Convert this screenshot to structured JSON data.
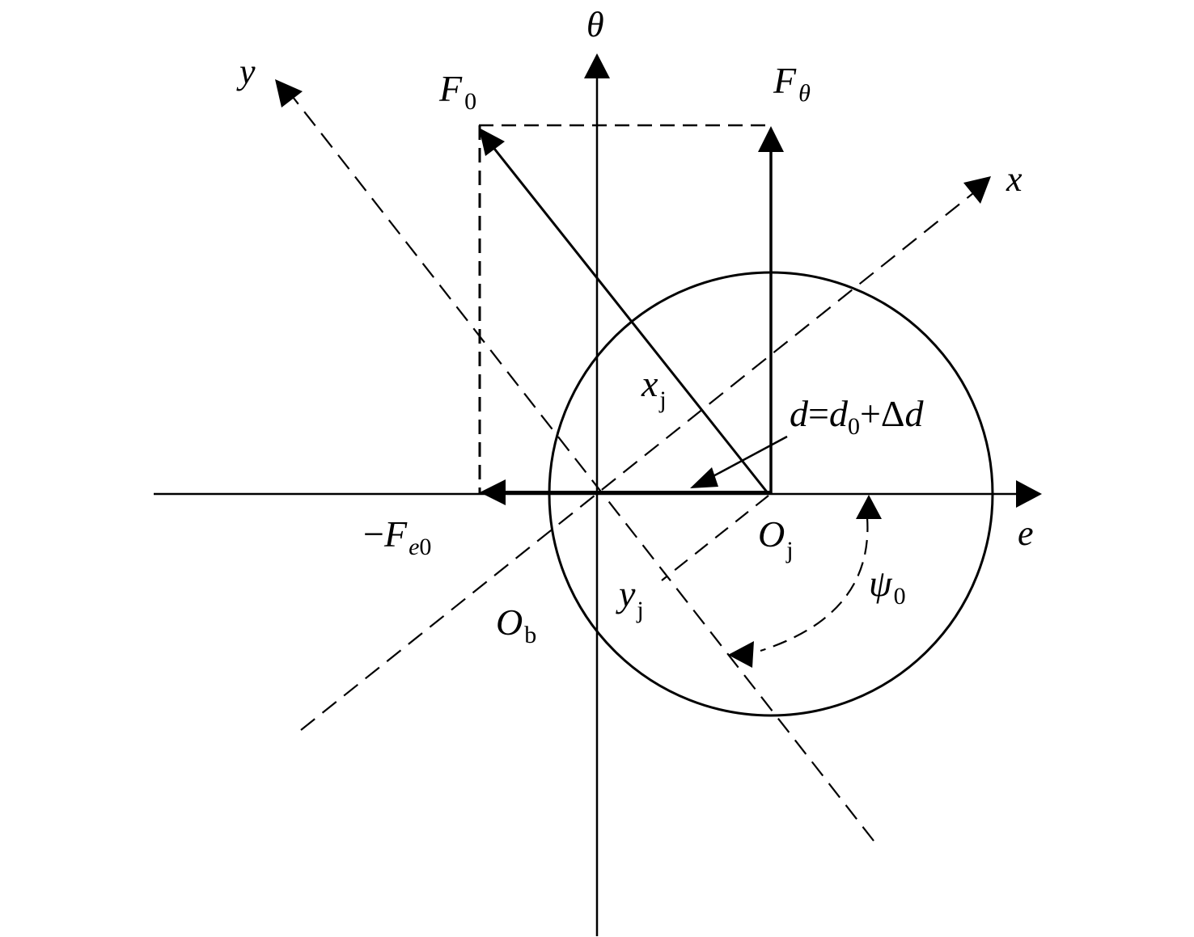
{
  "labels": {
    "theta_axis": "θ",
    "y_axis": "y",
    "x_axis": "x",
    "e_axis": "e",
    "F0": {
      "base": "F",
      "sub": "0"
    },
    "Ftheta": {
      "base": "F",
      "sub": "θ"
    },
    "Fe0": {
      "prefix": "−",
      "base": "F",
      "sub_it": "e",
      "sub": "0"
    },
    "xj": {
      "base": "x",
      "sub": "j"
    },
    "yj": {
      "base": "y",
      "sub": "j"
    },
    "Oj": {
      "base": "O",
      "sub": "j"
    },
    "Ob": {
      "base": "O",
      "sub": "b"
    },
    "psi0": {
      "base": "ψ",
      "sub": "0"
    },
    "d_eq": {
      "d": "d",
      "eq": "=",
      "d0": "d",
      "d0_sub": "0",
      "plus": "+Δ",
      "dd": "d"
    }
  },
  "colors": {
    "ink": "#000000",
    "background": "#ffffff"
  }
}
